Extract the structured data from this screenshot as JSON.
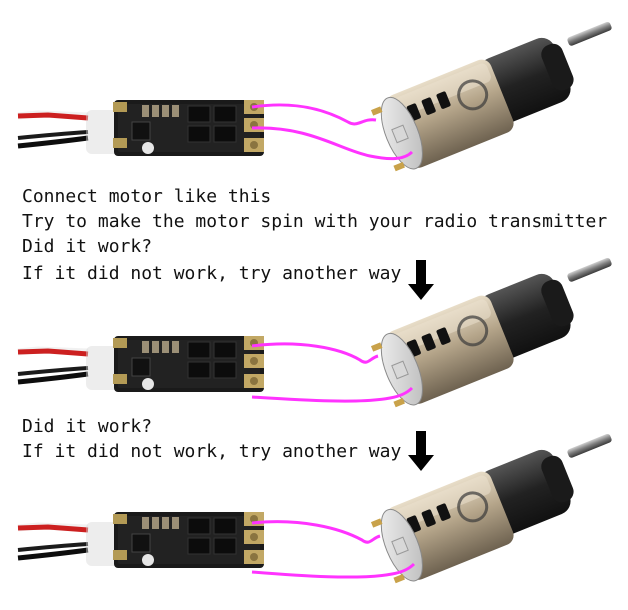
{
  "instructions": {
    "line1": "Connect motor like this",
    "line2": "Try to make the motor spin with your radio transmitter",
    "line3": "Did it work?",
    "line4": "If it did not work, try another way"
  },
  "step2": {
    "line1": "Did it work?",
    "line2": "If it did not work, try another way"
  },
  "colors": {
    "wire": "#ff33ff",
    "esc_board": "#1a1a1a",
    "red_wire": "#d02020",
    "black_wire": "#101010",
    "motor_metal": "#b8a890",
    "motor_dark": "#2a2a2a",
    "arrow": "#000000"
  },
  "icons": [
    "esc-board-icon",
    "gear-motor-icon",
    "down-arrow-icon"
  ]
}
